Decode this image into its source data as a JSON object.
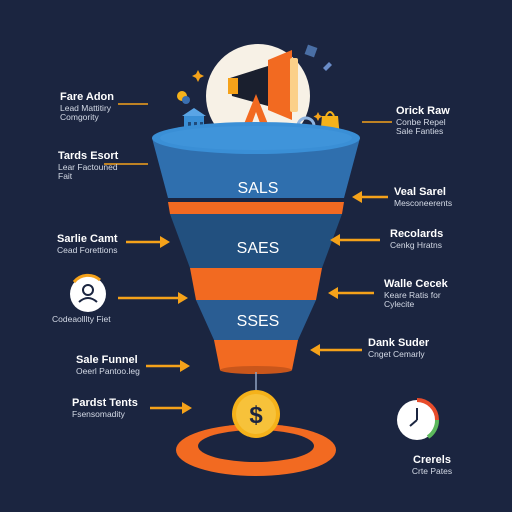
{
  "colors": {
    "background": "#1b2540",
    "funnel_top": "#3a8fd6",
    "funnel_mid": "#2a5d93",
    "funnel_dark": "#1f4a7a",
    "accent_orange": "#f26a21",
    "arrow_orange": "#f5a21a",
    "coin_gold": "#f5b21a",
    "cream": "#f7f1e6"
  },
  "funnel": {
    "layers": [
      "SALS",
      "SAES",
      "SSES"
    ]
  },
  "left_labels": [
    {
      "title": "Fare Adon",
      "subtitle": "Lead Mattitiry\nComgority"
    },
    {
      "title": "Tards Esort",
      "subtitle": "Lear Factouned\nFait"
    },
    {
      "title": "Sarlie Camt",
      "subtitle": "Cead Forettions"
    },
    {
      "title": "",
      "subtitle": "Codeaolllty Fiet"
    },
    {
      "title": "Sale Funnel",
      "subtitle": "Oeerl Pantoo.leg"
    },
    {
      "title": "Pardst Tents",
      "subtitle": "Fsensomadity"
    }
  ],
  "right_labels": [
    {
      "title": "Orick Raw",
      "subtitle": "Conbe Repel\nSale Fanties"
    },
    {
      "title": "Veal Sarel",
      "subtitle": "Mesconeerents"
    },
    {
      "title": "Recolards",
      "subtitle": "Cenkg Hratns"
    },
    {
      "title": "Walle Cecek",
      "subtitle": "Keare Ratis for\nCylecite"
    },
    {
      "title": "Dank Suder",
      "subtitle": "Cnget Cemarly"
    },
    {
      "title": "Crerels",
      "subtitle": "Crte Pates"
    }
  ],
  "icons": {
    "megaphone": "megaphone-icon",
    "coin": "dollar-coin-icon",
    "person": "person-icon",
    "clock": "clock-icon",
    "building": "building-icon",
    "bag": "shopping-bag-icon",
    "gear": "gear-icon",
    "flag": "flag-icon",
    "bulb": "light-bulb-icon"
  }
}
